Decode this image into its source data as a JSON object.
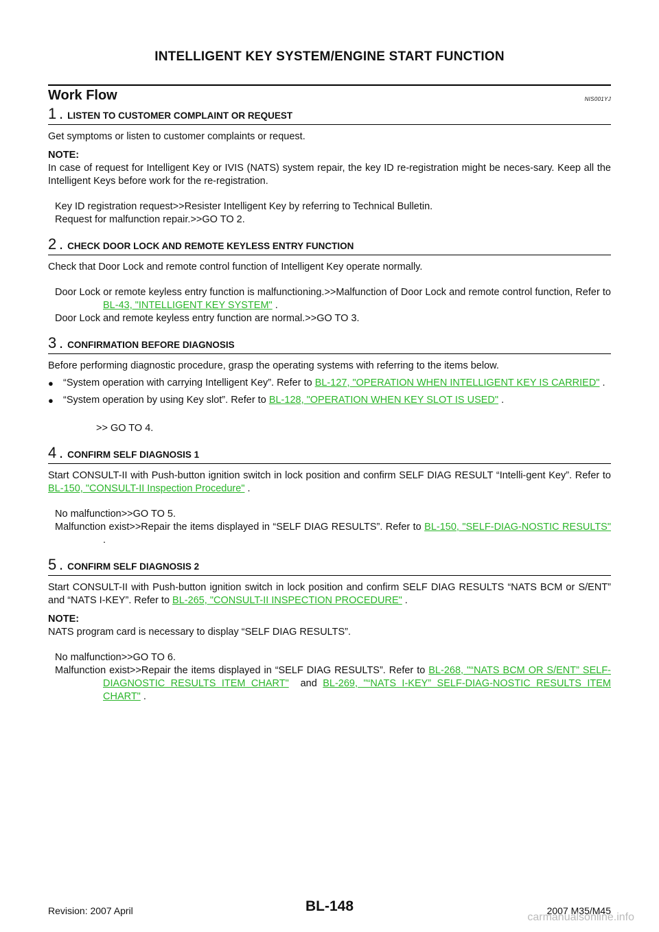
{
  "header": {
    "title": "INTELLIGENT KEY SYSTEM/ENGINE START FUNCTION"
  },
  "section": {
    "title": "Work Flow",
    "id": "NIS001YJ"
  },
  "steps": [
    {
      "num": "1",
      "title": "LISTEN TO CUSTOMER COMPLAINT OR REQUEST",
      "body": "Get symptoms or listen to customer complaints or request.",
      "note_label": "NOTE:",
      "note": "In case of request for Intelligent Key or IVIS (NATS) system repair, the key ID re-registration might be neces-sary. Keep all the Intelligent Keys before work for the re-registration.",
      "results": [
        "Key ID registration request>>Resister Intelligent Key by referring to Technical Bulletin.",
        "Request for malfunction repair.>>GO TO 2."
      ]
    },
    {
      "num": "2",
      "title": "CHECK DOOR LOCK AND REMOTE KEYLESS ENTRY FUNCTION",
      "body": "Check that Door Lock and remote control function of Intelligent Key operate normally.",
      "result1_pre": "Door Lock or remote keyless entry function is malfunctioning.>>Malfunction of Door Lock and remote control function, Refer to ",
      "result1_link": "BL-43, \"INTELLIGENT KEY SYSTEM\"",
      "result1_post": " .",
      "result2": "Door Lock and remote keyless entry function are normal.>>GO TO 3."
    },
    {
      "num": "3",
      "title": "CONFIRMATION BEFORE DIAGNOSIS",
      "body": "Before performing diagnostic procedure, grasp the operating systems with referring to the items below.",
      "bullet1_pre": "“System operation with carrying Intelligent Key”. Refer to ",
      "bullet1_link": "BL-127, \"OPERATION WHEN INTELLIGENT KEY IS CARRIED\"",
      "bullet1_post": " .",
      "bullet2_pre": "“System operation by using Key slot”. Refer to ",
      "bullet2_link": "BL-128, \"OPERATION WHEN KEY SLOT IS USED\"",
      "bullet2_post": " .",
      "result": ">> GO TO 4."
    },
    {
      "num": "4",
      "title": "CONFIRM SELF DIAGNOSIS 1",
      "body_pre": "Start CONSULT-II with Push-button ignition switch in lock position and confirm SELF DIAG RESULT “Intelli-gent Key”. Refer to ",
      "body_link": "BL-150, \"CONSULT-II Inspection Procedure\"",
      "body_post": " .",
      "result1": "No malfunction>>GO TO 5.",
      "result2_pre": "Malfunction exist>>Repair the items displayed in “SELF DIAG RESULTS”. Refer to ",
      "result2_link": "BL-150, \"SELF-DIAG-NOSTIC RESULTS\"",
      "result2_post": " ."
    },
    {
      "num": "5",
      "title": "CONFIRM SELF DIAGNOSIS 2",
      "body_pre": "Start CONSULT-II with Push-button ignition switch in lock position and confirm SELF DIAG RESULTS “NATS BCM or S/ENT” and “NATS I-KEY”. Refer to ",
      "body_link": "BL-265, \"CONSULT-II INSPECTION PROCEDURE\"",
      "body_post": " .",
      "note_label": "NOTE:",
      "note": "NATS program card is necessary to display “SELF DIAG RESULTS”.",
      "result1": "No malfunction>>GO TO 6.",
      "result2_pre": "Malfunction exist>>Repair the items displayed in “SELF DIAG RESULTS”. Refer to ",
      "result2_link1": "BL-268, \"“NATS BCM OR S/ENT” SELF-DIAGNOSTIC RESULTS ITEM CHART\"",
      "result2_mid": "  and ",
      "result2_link2": "BL-269, \"“NATS I-KEY” SELF-DIAG-NOSTIC RESULTS ITEM CHART\"",
      "result2_post": " ."
    }
  ],
  "footer": {
    "revision": "Revision: 2007 April",
    "page": "BL-148",
    "model": "2007 M35/M45",
    "watermark": "carmanualsonline.info"
  }
}
